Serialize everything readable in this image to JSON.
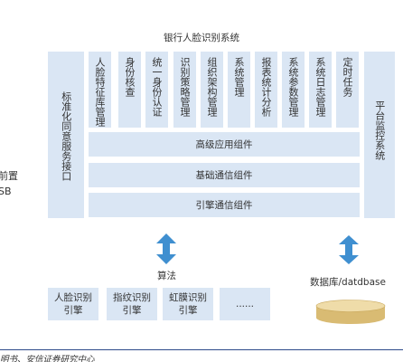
{
  "title": "银行人脸识别系统",
  "left_cut": [
    "前置",
    "SB"
  ],
  "left_interface": "标准化同意服务接口",
  "modules": [
    "人脸特征库管理",
    "身份核查",
    "统一身份认证",
    "识别策略管理",
    "组织架构管理",
    "系统管理",
    "报表统计分析",
    "系统参数管理",
    "系统日志管理",
    "定时任务"
  ],
  "right_monitor": "平台监控系统",
  "layers": {
    "advanced": "高级应用组件",
    "basic": "基础通信组件",
    "engine": "引擎通信组件"
  },
  "algorithm_label": "算法",
  "database_label": "数据库/datdbase",
  "engines": [
    {
      "line1": "人脸识别",
      "line2": "引擎"
    },
    {
      "line1": "指纹识别",
      "line2": "引擎"
    },
    {
      "line1": "虹膜识别",
      "line2": "引擎"
    },
    {
      "line1": "......",
      "line2": ""
    }
  ],
  "source": "明书、安信证券研究中心",
  "colors": {
    "box": "#dae6f4",
    "arrow": "#3f8fd0",
    "db": "#e3c98a",
    "divider": "#2e4a8a"
  }
}
